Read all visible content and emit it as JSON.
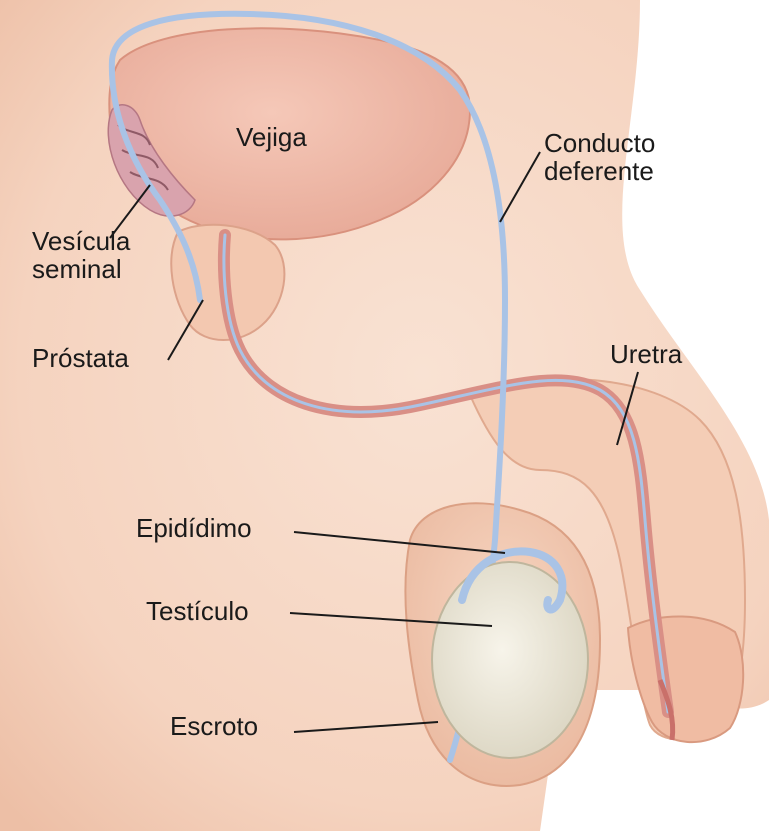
{
  "labels": {
    "bladder": "Vejiga",
    "vas_deferens_line1": "Conducto",
    "vas_deferens_line2": "deferente",
    "seminal_vesicle_line1": "Vesícula",
    "seminal_vesicle_line2": "seminal",
    "prostate": "Próstata",
    "urethra": "Uretra",
    "epididymis": "Epidídimo",
    "testicle": "Testículo",
    "scrotum": "Escroto"
  },
  "colors": {
    "body_skin": "#f7d9c8",
    "body_skin_shadow": "#efc4ad",
    "bladder": "#eeb6a4",
    "prostate": "#f3c9b2",
    "urethra": "#d98f86",
    "duct_blue": "#a9c3e6",
    "testicle": "#ece8d9",
    "leader_line": "#1a1a1a"
  }
}
